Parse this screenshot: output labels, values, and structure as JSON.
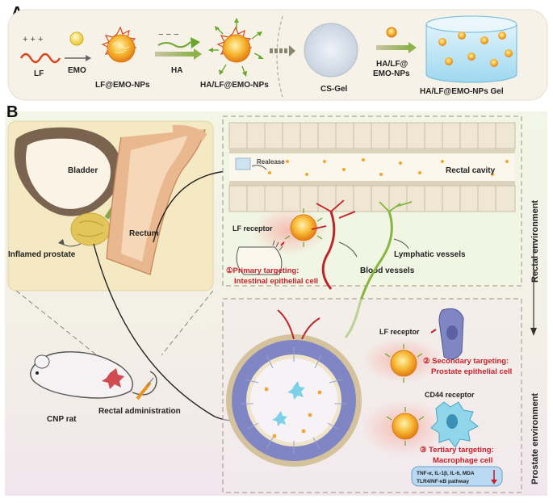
{
  "panel_a": {
    "letter": "A",
    "charges": "+ + +",
    "neg_charges": "− − −",
    "lf": "LF",
    "emo": "EMO",
    "ha": "HA",
    "lf_emo_nps": "LF@EMO-NPs",
    "ha_lf_emo_nps": "HA/LF@EMO-NPs",
    "cs_gel": "CS-Gel",
    "ha_lf_line1": "HA/LF@",
    "ha_lf_line2": "EMO-NPs",
    "gel_product": "HA/LF@EMO-NPs Gel"
  },
  "panel_b": {
    "letter": "B",
    "bladder": "Bladder",
    "inflamed_prostate": "Inflamed prostate",
    "rectum": "Rectum",
    "release": "Realease",
    "rectal_cavity": "Rectal cavity",
    "lf_receptor_1": "LF receptor",
    "blood_vessels": "Blood vessels",
    "lymphatic_vessels": "Lymphatic vessels",
    "primary_line1": "①Primary targeting:",
    "primary_line2": "Intestinal epithelial cell",
    "lf_receptor_2": "LF receptor",
    "secondary_line1": "② Secondary targeting:",
    "secondary_line2": "Prostate epithelial cell",
    "cd44_receptor": "CD44 receptor",
    "tertiary_line1": "③ Tertiary targeting:",
    "tertiary_line2": "Macrophage cell",
    "pathway_line1": "TNF-α, IL-1β, IL-6, MDA",
    "pathway_line2": "TLR4/NF-κB pathway",
    "cnp_rat": "CNP rat",
    "rectal_administration": "Rectal administration",
    "rectal_environment": "Rectal environment",
    "prostate_environment": "Prostate environment"
  }
}
